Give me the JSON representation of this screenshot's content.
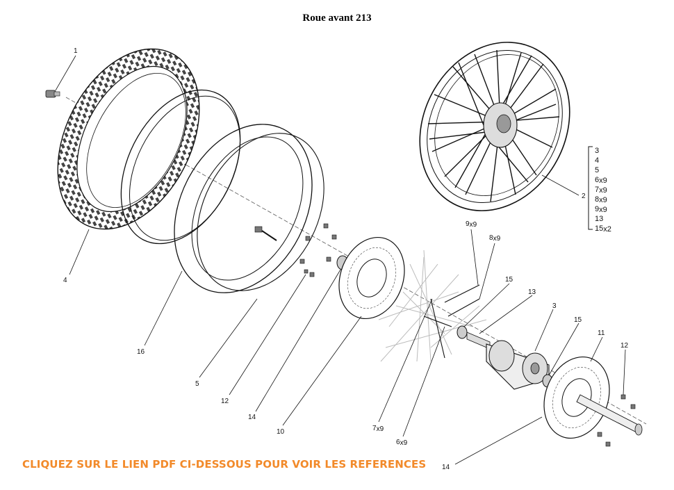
{
  "title": "Roue avant 213",
  "cta": "CLIQUEZ SUR LE LIEN PDF CI-DESSOUS POUR VOIR LES REFERENCES",
  "callouts": [
    {
      "num": "1",
      "sub": ""
    },
    {
      "num": "4",
      "sub": ""
    },
    {
      "num": "16",
      "sub": ""
    },
    {
      "num": "5",
      "sub": ""
    },
    {
      "num": "12",
      "sub": ""
    },
    {
      "num": "14",
      "sub": ""
    },
    {
      "num": "10",
      "sub": ""
    },
    {
      "num": "7",
      "sub": "x9"
    },
    {
      "num": "6",
      "sub": "x9"
    },
    {
      "num": "9",
      "sub": "x9"
    },
    {
      "num": "8",
      "sub": "x9"
    },
    {
      "num": "15",
      "sub": ""
    },
    {
      "num": "13",
      "sub": ""
    },
    {
      "num": "3",
      "sub": ""
    },
    {
      "num": "15",
      "sub": ""
    },
    {
      "num": "11",
      "sub": ""
    },
    {
      "num": "12",
      "sub": ""
    },
    {
      "num": "14",
      "sub": ""
    },
    {
      "num": "2",
      "sub": ""
    }
  ],
  "assembly_list": [
    {
      "num": "3",
      "sub": ""
    },
    {
      "num": "4",
      "sub": ""
    },
    {
      "num": "5",
      "sub": ""
    },
    {
      "num": "6",
      "sub": "x9"
    },
    {
      "num": "7",
      "sub": "x9"
    },
    {
      "num": "8",
      "sub": "x9"
    },
    {
      "num": "9",
      "sub": "x9"
    },
    {
      "num": "13",
      "sub": ""
    },
    {
      "num": "15",
      "sub": "x2"
    }
  ]
}
